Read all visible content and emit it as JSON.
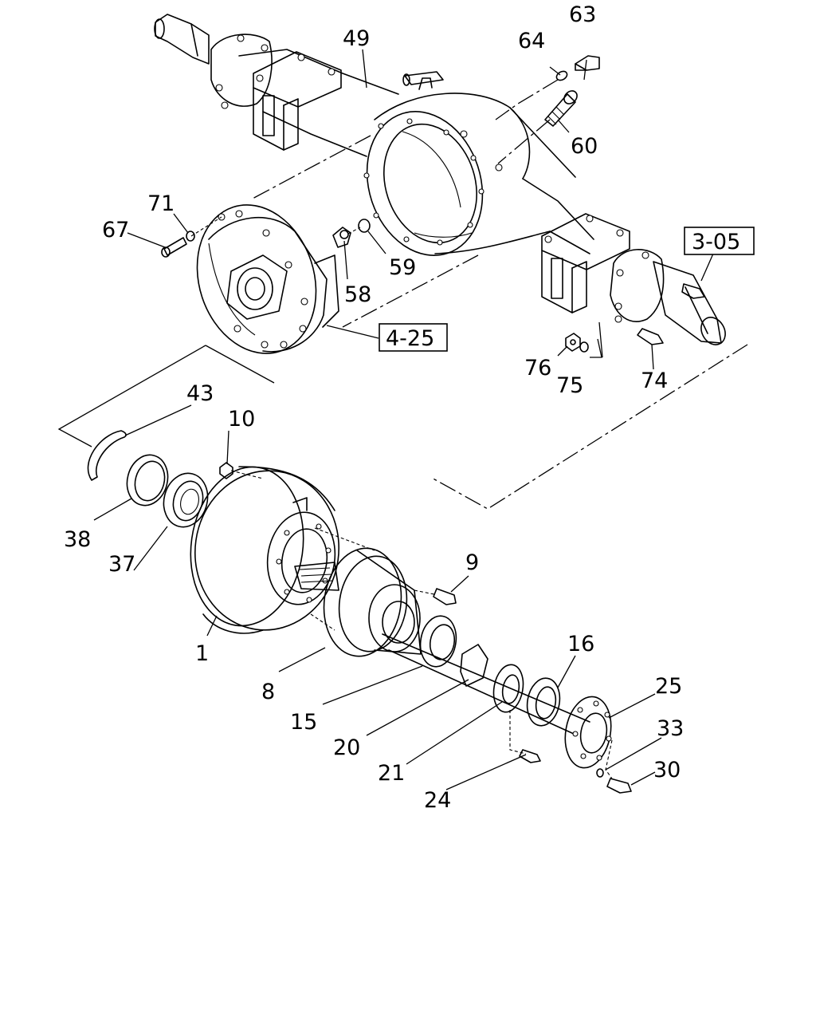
{
  "callouts": {
    "n1": "1",
    "n8": "8",
    "n9": "9",
    "n10": "10",
    "n15": "15",
    "n16": "16",
    "n20": "20",
    "n21": "21",
    "n24": "24",
    "n25": "25",
    "n30": "30",
    "n33": "33",
    "n37": "37",
    "n38": "38",
    "n43": "43",
    "n49": "49",
    "n58": "58",
    "n59": "59",
    "n60": "60",
    "n63": "63",
    "n64": "64",
    "n67": "67",
    "n71": "71",
    "n74": "74",
    "n75": "75",
    "n76": "76"
  },
  "references": {
    "r305": "3-05",
    "r425": "4-25"
  }
}
